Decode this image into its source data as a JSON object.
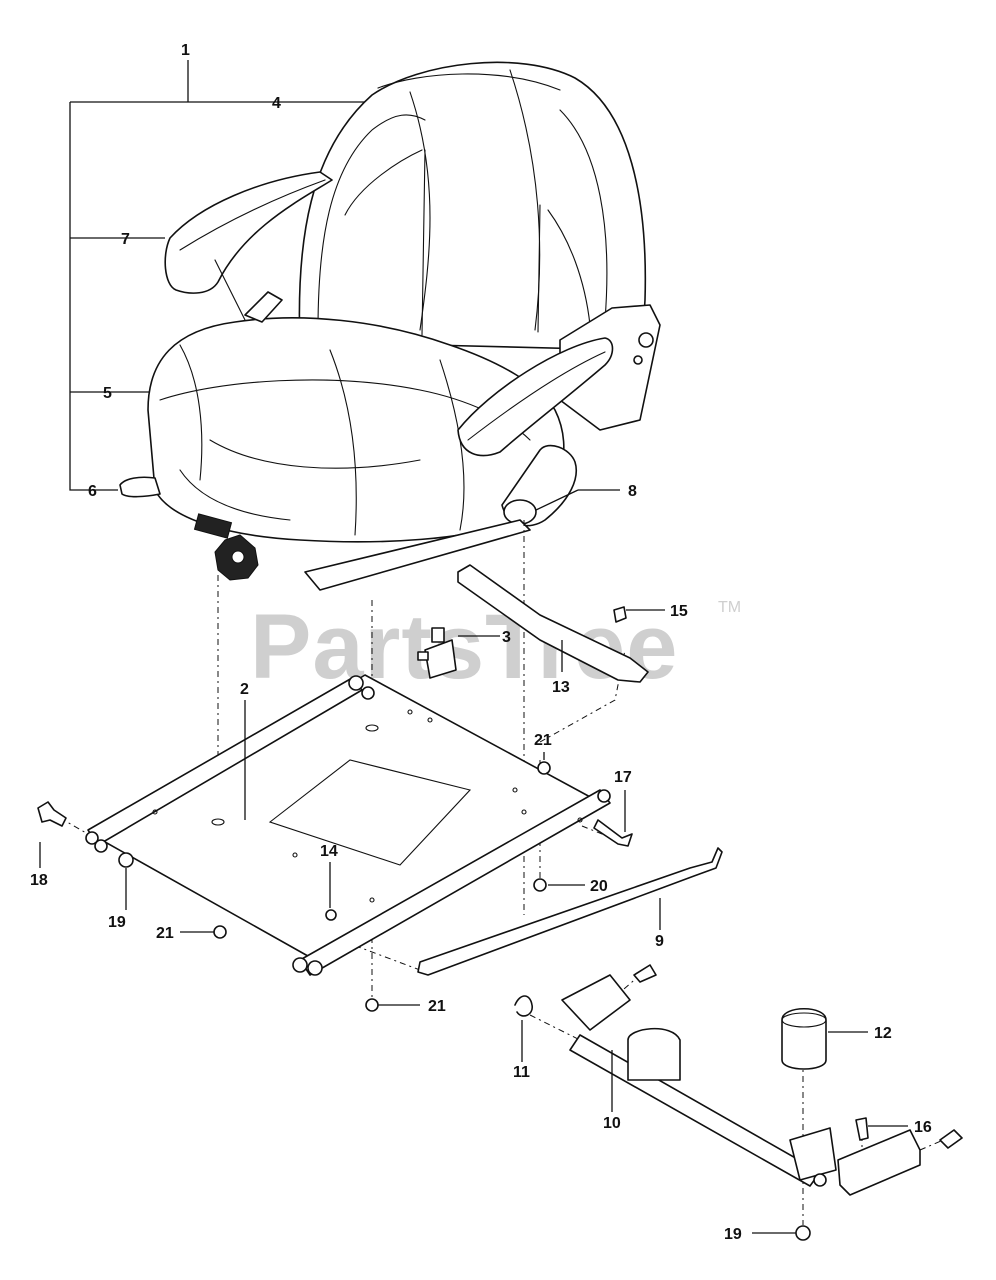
{
  "watermark": {
    "text": "PartsTree",
    "trademark": "TM"
  },
  "callouts": {
    "c1": "1",
    "c2": "2",
    "c3": "3",
    "c4": "4",
    "c5": "5",
    "c6": "6",
    "c7": "7",
    "c8": "8",
    "c9": "9",
    "c10": "10",
    "c11": "11",
    "c12": "12",
    "c13": "13",
    "c14": "14",
    "c15": "15",
    "c16": "16",
    "c17": "17",
    "c18": "18",
    "c19a": "19",
    "c19b": "19",
    "c20": "20",
    "c21a": "21",
    "c21b": "21",
    "c21c": "21"
  },
  "colors": {
    "line": "#111111",
    "watermark": "#cfcfcf",
    "background": "#ffffff"
  }
}
